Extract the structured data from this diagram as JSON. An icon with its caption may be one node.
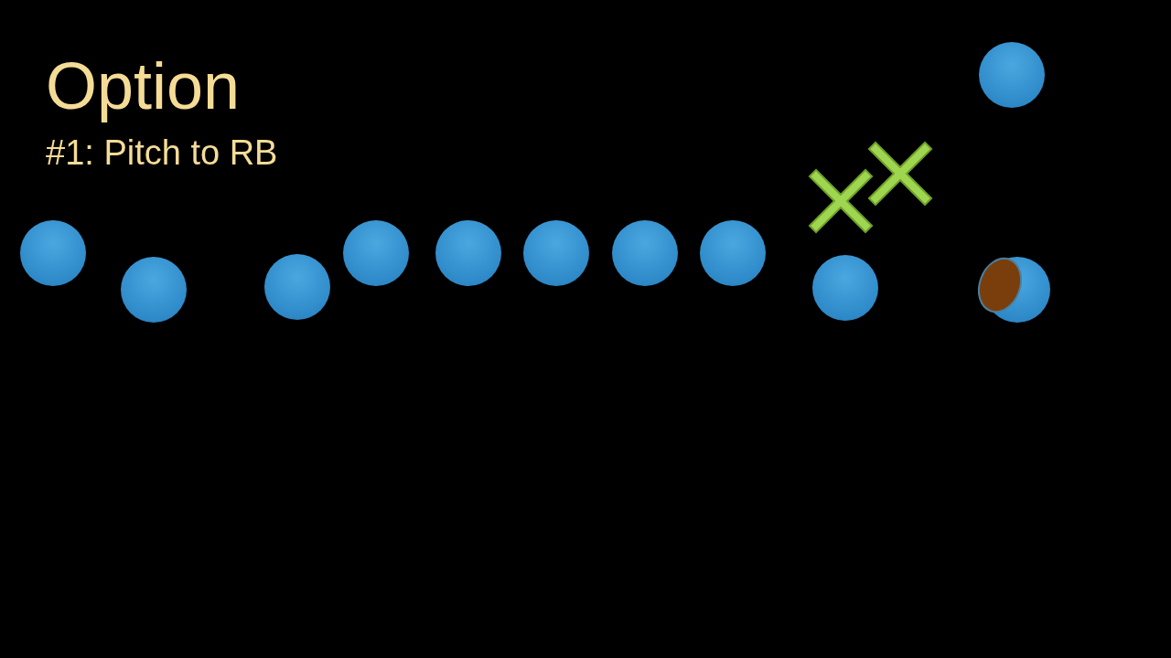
{
  "diagram": {
    "title": "Option",
    "nodes": [
      {
        "text": [],
        "shape": "circle"
      },
      {
        "text": [],
        "shape": "circle"
      },
      {
        "text": [],
        "shape": "circle"
      },
      {
        "text": [],
        "shape": "circle"
      },
      {
        "text": [],
        "shape": "circle"
      },
      {
        "text": [],
        "shape": "circle"
      },
      {
        "text": [],
        "shape": "circle"
      },
      {
        "text": [],
        "shape": "circle"
      },
      {
        "text": [],
        "shape": "circle"
      },
      {
        "text": [],
        "shape": "circle"
      },
      {
        "text": [],
        "shape": "circle"
      }
    ],
    "labels": [
      "#1: Pitch to RB"
    ]
  }
}
